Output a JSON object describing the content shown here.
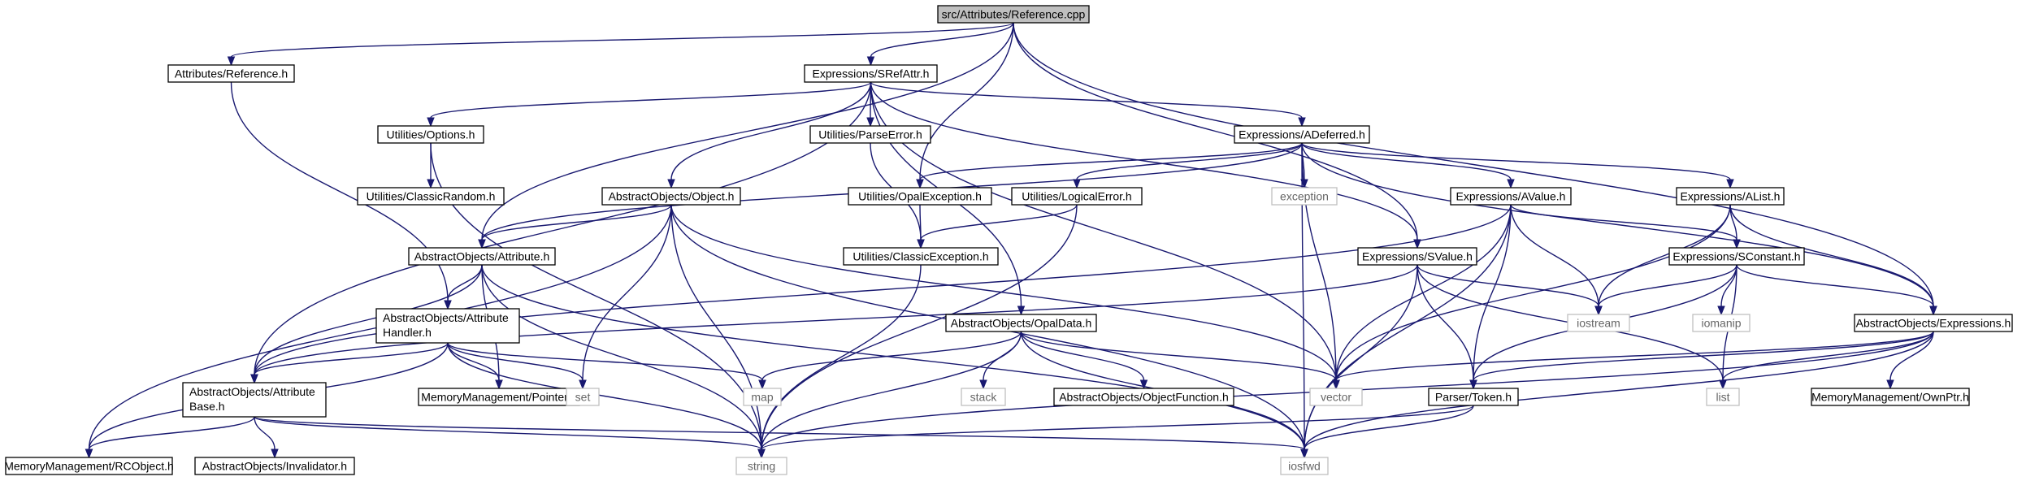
{
  "colors": {
    "edge": "#191970",
    "root_fill": "#bfbfbf",
    "node_fill": "#ffffff",
    "node_border": "#000000",
    "system_border": "#bfbfbf",
    "system_text": "#666666"
  },
  "nodes": [
    {
      "id": "reference_cpp",
      "label": "src/Attributes/Reference.cpp",
      "kind": "root"
    },
    {
      "id": "attributes_reference_h",
      "label": "Attributes/Reference.h",
      "kind": "file"
    },
    {
      "id": "expressions_srefattr_h",
      "label": "Expressions/SRefAttr.h",
      "kind": "file"
    },
    {
      "id": "utilities_options_h",
      "label": "Utilities/Options.h",
      "kind": "file"
    },
    {
      "id": "utilities_parseerror_h",
      "label": "Utilities/ParseError.h",
      "kind": "file"
    },
    {
      "id": "expressions_adeferred_h",
      "label": "Expressions/ADeferred.h",
      "kind": "file"
    },
    {
      "id": "utilities_classicrandom_h",
      "label": "Utilities/ClassicRandom.h",
      "kind": "file"
    },
    {
      "id": "abstractobjects_object_h",
      "label": "AbstractObjects/Object.h",
      "kind": "file"
    },
    {
      "id": "utilities_opalexception_h",
      "label": "Utilities/OpalException.h",
      "kind": "file"
    },
    {
      "id": "utilities_logicalerror_h",
      "label": "Utilities/LogicalError.h",
      "kind": "file"
    },
    {
      "id": "exception",
      "label": "exception",
      "kind": "system"
    },
    {
      "id": "expressions_avalue_h",
      "label": "Expressions/AValue.h",
      "kind": "file"
    },
    {
      "id": "expressions_alist_h",
      "label": "Expressions/AList.h",
      "kind": "file"
    },
    {
      "id": "abstractobjects_attribute_h",
      "label": "AbstractObjects/Attribute.h",
      "kind": "file"
    },
    {
      "id": "utilities_classicexception_h",
      "label": "Utilities/ClassicException.h",
      "kind": "file"
    },
    {
      "id": "expressions_svalue_h",
      "label": "Expressions/SValue.h",
      "kind": "file"
    },
    {
      "id": "expressions_sconstant_h",
      "label": "Expressions/SConstant.h",
      "kind": "file"
    },
    {
      "id": "abstractobjects_attributehandler_h",
      "label": "AbstractObjects/Attribute\nHandler.h",
      "kind": "file"
    },
    {
      "id": "abstractobjects_opaldata_h",
      "label": "AbstractObjects/OpalData.h",
      "kind": "file"
    },
    {
      "id": "iostream",
      "label": "iostream",
      "kind": "system"
    },
    {
      "id": "iomanip",
      "label": "iomanip",
      "kind": "system"
    },
    {
      "id": "abstractobjects_expressions_h",
      "label": "AbstractObjects/Expressions.h",
      "kind": "file"
    },
    {
      "id": "abstractobjects_attributebase_h",
      "label": "AbstractObjects/Attribute\nBase.h",
      "kind": "file"
    },
    {
      "id": "memorymanagement_pointer_h",
      "label": "MemoryManagement/Pointer.h",
      "kind": "file"
    },
    {
      "id": "set",
      "label": "set",
      "kind": "system"
    },
    {
      "id": "map",
      "label": "map",
      "kind": "system"
    },
    {
      "id": "stack",
      "label": "stack",
      "kind": "system"
    },
    {
      "id": "abstractobjects_objectfunction_h",
      "label": "AbstractObjects/ObjectFunction.h",
      "kind": "file"
    },
    {
      "id": "vector",
      "label": "vector",
      "kind": "system"
    },
    {
      "id": "parser_token_h",
      "label": "Parser/Token.h",
      "kind": "file"
    },
    {
      "id": "list",
      "label": "list",
      "kind": "system"
    },
    {
      "id": "memorymanagement_ownptr_h",
      "label": "MemoryManagement/OwnPtr.h",
      "kind": "file"
    },
    {
      "id": "memorymanagement_rcobject_h",
      "label": "MemoryManagement/RCObject.h",
      "kind": "file"
    },
    {
      "id": "abstractobjects_invalidator_h",
      "label": "AbstractObjects/Invalidator.h",
      "kind": "file"
    },
    {
      "id": "string",
      "label": "string",
      "kind": "system"
    },
    {
      "id": "iosfwd",
      "label": "iosfwd",
      "kind": "system"
    }
  ],
  "edges": [
    [
      "reference_cpp",
      "attributes_reference_h"
    ],
    [
      "reference_cpp",
      "expressions_srefattr_h"
    ],
    [
      "reference_cpp",
      "abstractobjects_attribute_h"
    ],
    [
      "reference_cpp",
      "utilities_opalexception_h"
    ],
    [
      "reference_cpp",
      "expressions_svalue_h"
    ],
    [
      "reference_cpp",
      "abstractobjects_expressions_h"
    ],
    [
      "attributes_reference_h",
      "abstractobjects_attributehandler_h"
    ],
    [
      "expressions_srefattr_h",
      "utilities_options_h"
    ],
    [
      "expressions_srefattr_h",
      "utilities_parseerror_h"
    ],
    [
      "expressions_srefattr_h",
      "expressions_adeferred_h"
    ],
    [
      "expressions_srefattr_h",
      "abstractobjects_object_h"
    ],
    [
      "expressions_srefattr_h",
      "abstractobjects_attributebase_h"
    ],
    [
      "expressions_srefattr_h",
      "abstractobjects_opaldata_h"
    ],
    [
      "expressions_srefattr_h",
      "expressions_svalue_h"
    ],
    [
      "expressions_srefattr_h",
      "vector"
    ],
    [
      "utilities_options_h",
      "utilities_classicrandom_h"
    ],
    [
      "utilities_options_h",
      "string"
    ],
    [
      "utilities_parseerror_h",
      "utilities_classicexception_h"
    ],
    [
      "expressions_adeferred_h",
      "abstractobjects_attribute_h"
    ],
    [
      "expressions_adeferred_h",
      "utilities_opalexception_h"
    ],
    [
      "expressions_adeferred_h",
      "utilities_logicalerror_h"
    ],
    [
      "expressions_adeferred_h",
      "exception"
    ],
    [
      "expressions_adeferred_h",
      "expressions_avalue_h"
    ],
    [
      "expressions_adeferred_h",
      "expressions_alist_h"
    ],
    [
      "expressions_adeferred_h",
      "abstractobjects_expressions_h"
    ],
    [
      "expressions_adeferred_h",
      "vector"
    ],
    [
      "expressions_adeferred_h",
      "iosfwd"
    ],
    [
      "abstractobjects_object_h",
      "abstractobjects_attribute_h"
    ],
    [
      "abstractobjects_object_h",
      "memorymanagement_rcobject_h"
    ],
    [
      "abstractobjects_object_h",
      "set"
    ],
    [
      "abstractobjects_object_h",
      "string"
    ],
    [
      "abstractobjects_object_h",
      "vector"
    ],
    [
      "abstractobjects_object_h",
      "iosfwd"
    ],
    [
      "utilities_opalexception_h",
      "utilities_classicexception_h"
    ],
    [
      "utilities_logicalerror_h",
      "utilities_classicexception_h"
    ],
    [
      "utilities_logicalerror_h",
      "string"
    ],
    [
      "expressions_avalue_h",
      "abstractobjects_attributebase_h"
    ],
    [
      "expressions_avalue_h",
      "expressions_sconstant_h"
    ],
    [
      "expressions_avalue_h",
      "iostream"
    ],
    [
      "expressions_avalue_h",
      "vector"
    ],
    [
      "expressions_avalue_h",
      "parser_token_h"
    ],
    [
      "expressions_avalue_h",
      "iosfwd"
    ],
    [
      "expressions_alist_h",
      "expressions_sconstant_h"
    ],
    [
      "expressions_alist_h",
      "iostream"
    ],
    [
      "expressions_alist_h",
      "abstractobjects_expressions_h"
    ],
    [
      "expressions_alist_h",
      "vector"
    ],
    [
      "abstractobjects_attribute_h",
      "abstractobjects_attributehandler_h"
    ],
    [
      "abstractobjects_attribute_h",
      "abstractobjects_attributebase_h"
    ],
    [
      "abstractobjects_attribute_h",
      "memorymanagement_pointer_h"
    ],
    [
      "abstractobjects_attribute_h",
      "string"
    ],
    [
      "abstractobjects_attribute_h",
      "iosfwd"
    ],
    [
      "utilities_classicexception_h",
      "string"
    ],
    [
      "expressions_svalue_h",
      "abstractobjects_attributebase_h"
    ],
    [
      "expressions_svalue_h",
      "iostream"
    ],
    [
      "expressions_svalue_h",
      "parser_token_h"
    ],
    [
      "expressions_svalue_h",
      "list"
    ],
    [
      "expressions_svalue_h",
      "iosfwd"
    ],
    [
      "expressions_sconstant_h",
      "iostream"
    ],
    [
      "expressions_sconstant_h",
      "iomanip"
    ],
    [
      "expressions_sconstant_h",
      "abstractobjects_expressions_h"
    ],
    [
      "expressions_sconstant_h",
      "parser_token_h"
    ],
    [
      "expressions_sconstant_h",
      "list"
    ],
    [
      "abstractobjects_attributehandler_h",
      "abstractobjects_attributebase_h"
    ],
    [
      "abstractobjects_attributehandler_h",
      "memorymanagement_pointer_h"
    ],
    [
      "abstractobjects_attributehandler_h",
      "set"
    ],
    [
      "abstractobjects_attributehandler_h",
      "map"
    ],
    [
      "abstractobjects_attributehandler_h",
      "string"
    ],
    [
      "abstractobjects_attributehandler_h",
      "memorymanagement_rcobject_h"
    ],
    [
      "abstractobjects_opaldata_h",
      "map"
    ],
    [
      "abstractobjects_opaldata_h",
      "stack"
    ],
    [
      "abstractobjects_opaldata_h",
      "abstractobjects_objectfunction_h"
    ],
    [
      "abstractobjects_opaldata_h",
      "vector"
    ],
    [
      "abstractobjects_opaldata_h",
      "string"
    ],
    [
      "abstractobjects_opaldata_h",
      "iosfwd"
    ],
    [
      "abstractobjects_expressions_h",
      "vector"
    ],
    [
      "abstractobjects_expressions_h",
      "parser_token_h"
    ],
    [
      "abstractobjects_expressions_h",
      "list"
    ],
    [
      "abstractobjects_expressions_h",
      "memorymanagement_ownptr_h"
    ],
    [
      "abstractobjects_expressions_h",
      "string"
    ],
    [
      "abstractobjects_expressions_h",
      "iosfwd"
    ],
    [
      "abstractobjects_attributebase_h",
      "memorymanagement_rcobject_h"
    ],
    [
      "abstractobjects_attributebase_h",
      "abstractobjects_invalidator_h"
    ],
    [
      "abstractobjects_attributebase_h",
      "string"
    ],
    [
      "abstractobjects_attributebase_h",
      "iosfwd"
    ],
    [
      "parser_token_h",
      "string"
    ],
    [
      "parser_token_h",
      "iosfwd"
    ]
  ]
}
